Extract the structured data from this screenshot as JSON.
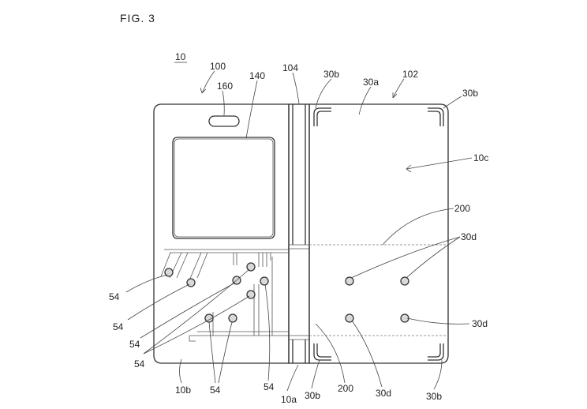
{
  "figure": {
    "title": "FIG. 3",
    "labels": {
      "ref_10": "10",
      "ref_100": "100",
      "ref_160": "160",
      "ref_140": "140",
      "ref_104": "104",
      "ref_30b_top": "30b",
      "ref_30a": "30a",
      "ref_102": "102",
      "ref_30b_corner": "30b",
      "ref_10c": "10c",
      "ref_200_top": "200",
      "ref_30d_top": "30d",
      "ref_54_a": "54",
      "ref_54_b": "54",
      "ref_54_c": "54",
      "ref_54_d": "54",
      "ref_30d_right": "30d",
      "ref_10b": "10b",
      "ref_54_e": "54",
      "ref_54_f": "54",
      "ref_10a": "10a",
      "ref_30b_bottom": "30b",
      "ref_200_bottom": "200",
      "ref_30d_bottom": "30d",
      "ref_30b_bottom_right": "30b"
    }
  }
}
